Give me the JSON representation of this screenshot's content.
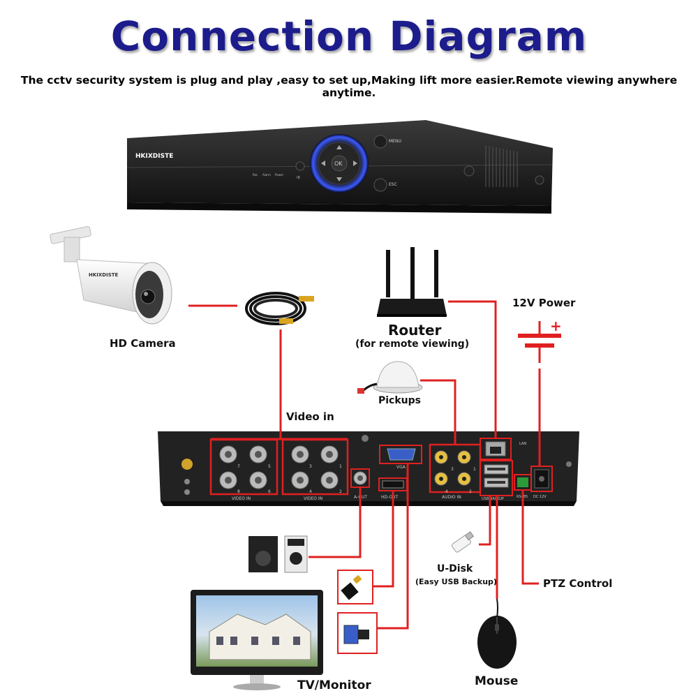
{
  "title": "Connection Diagram",
  "subtitle": "The cctv security system is plug and play ,easy to set up,Making lift more easier.Remote viewing anywhere anytime.",
  "dvr_front": {
    "brand": "HKIXDISTE",
    "led_labels": [
      "Rec",
      "Alarm",
      "Power"
    ],
    "ir_label": "IR",
    "ok_label": "OK",
    "menu_label": "MENU",
    "esc_label": "ESC"
  },
  "camera": {
    "label": "HD Camera",
    "brand": "HKIXDISTE"
  },
  "router": {
    "label": "Router",
    "sublabel": "(for remote viewing)"
  },
  "power": {
    "label": "12V Power",
    "plus": "+"
  },
  "pickups": {
    "label": "Pickups"
  },
  "video_in": {
    "label": "Video in"
  },
  "dvr_back": {
    "bnc_numbers": [
      "7",
      "5",
      "3",
      "1",
      "8",
      "6",
      "4",
      "2"
    ],
    "video_in_labels": [
      "VIDEO IN",
      "VIDEO IN"
    ],
    "aout_label": "A-OUT",
    "vga_label": "VGA",
    "hdout_label": "HD-OUT",
    "audio_in_label": "AUDIO IN",
    "audio_numbers": [
      "3",
      "1",
      "4",
      "2"
    ],
    "lan_label": "LAN",
    "usb_label": "USB BACKUP",
    "rs485_label": "RS485",
    "dc_label": "DC 12V"
  },
  "udisk": {
    "label": "U-Disk",
    "sublabel": "(Easy USB Backup)"
  },
  "ptz": {
    "label": "PTZ Control"
  },
  "monitor": {
    "label": "TV/Monitor"
  },
  "mouse": {
    "label": "Mouse"
  },
  "colors": {
    "title": "#1c1c8c",
    "wire": "#e02020",
    "device": "#1a1a1a",
    "panel": "#2a2a2a"
  }
}
